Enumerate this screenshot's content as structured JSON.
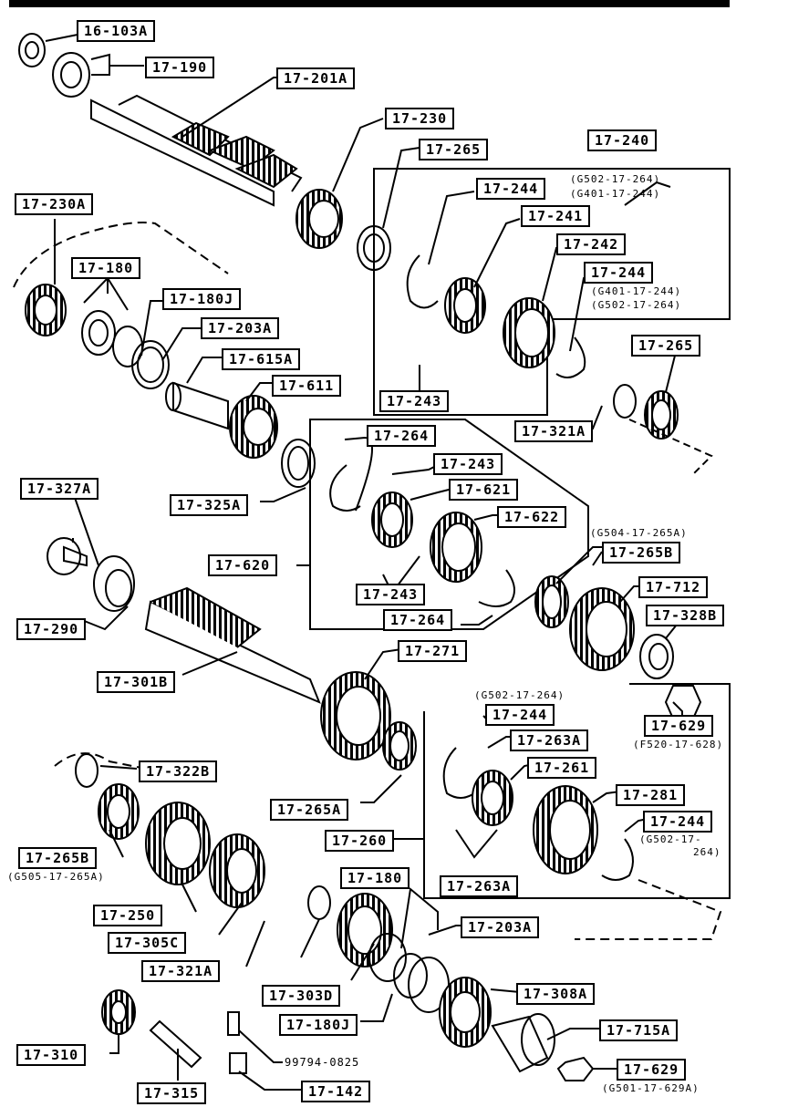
{
  "callouts": {
    "c_16_103A": "16-103A",
    "c_17_190": "17-190",
    "c_17_201A": "17-201A",
    "c_17_230": "17-230",
    "c_17_265_top": "17-265",
    "c_17_240": "17-240",
    "c_17_230A": "17-230A",
    "c_17_244_a": "17-244",
    "c_17_241": "17-241",
    "c_17_180_top": "17-180",
    "c_17_180J_top": "17-180J",
    "c_17_242": "17-242",
    "c_17_244_b": "17-244",
    "c_17_203A_top": "17-203A",
    "c_17_615A": "17-615A",
    "c_17_611": "17-611",
    "c_17_265_mid": "17-265",
    "c_17_243_top": "17-243",
    "c_17_321A_top": "17-321A",
    "c_17_264_a": "17-264",
    "c_17_243_b": "17-243",
    "c_17_621": "17-621",
    "c_17_327A": "17-327A",
    "c_17_325A": "17-325A",
    "c_17_622": "17-622",
    "c_17_620": "17-620",
    "c_17_265B_mid": "17-265B",
    "c_17_243_c": "17-243",
    "c_17_712": "17-712",
    "c_17_264_b": "17-264",
    "c_17_290": "17-290",
    "c_17_328B": "17-328B",
    "c_17_271": "17-271",
    "c_17_301B": "17-301B",
    "c_17_244_c": "17-244",
    "c_17_629_mid": "17-629",
    "c_17_263A_a": "17-263A",
    "c_17_322B": "17-322B",
    "c_17_261": "17-261",
    "c_17_281": "17-281",
    "c_17_265A": "17-265A",
    "c_17_244_d": "17-244",
    "c_17_260": "17-260",
    "c_17_265B_low": "17-265B",
    "c_17_263A_b": "17-263A",
    "c_17_180_low": "17-180",
    "c_17_250": "17-250",
    "c_17_305C": "17-305C",
    "c_17_203A_low": "17-203A",
    "c_17_321A_low": "17-321A",
    "c_17_303D": "17-303D",
    "c_17_308A": "17-308A",
    "c_17_180J_low": "17-180J",
    "c_17_715A": "17-715A",
    "c_17_310": "17-310",
    "c_17_629_low": "17-629",
    "c_17_315": "17-315",
    "c_17_142": "17-142"
  },
  "notes": {
    "n1": "(G502-17-264)",
    "n2": "(G401-17-244)",
    "n3": "(G401-17-244)",
    "n4": "(G502-17-264)",
    "n5": "(G504-17-265A)",
    "n6": "(G502-17-264)",
    "n7": "(F520-17-628)",
    "n8": "(G502-17-",
    "n9": "264)",
    "n10": "(G505-17-265A)",
    "n11": "(G501-17-629A)",
    "bolt": "99794-0825"
  }
}
